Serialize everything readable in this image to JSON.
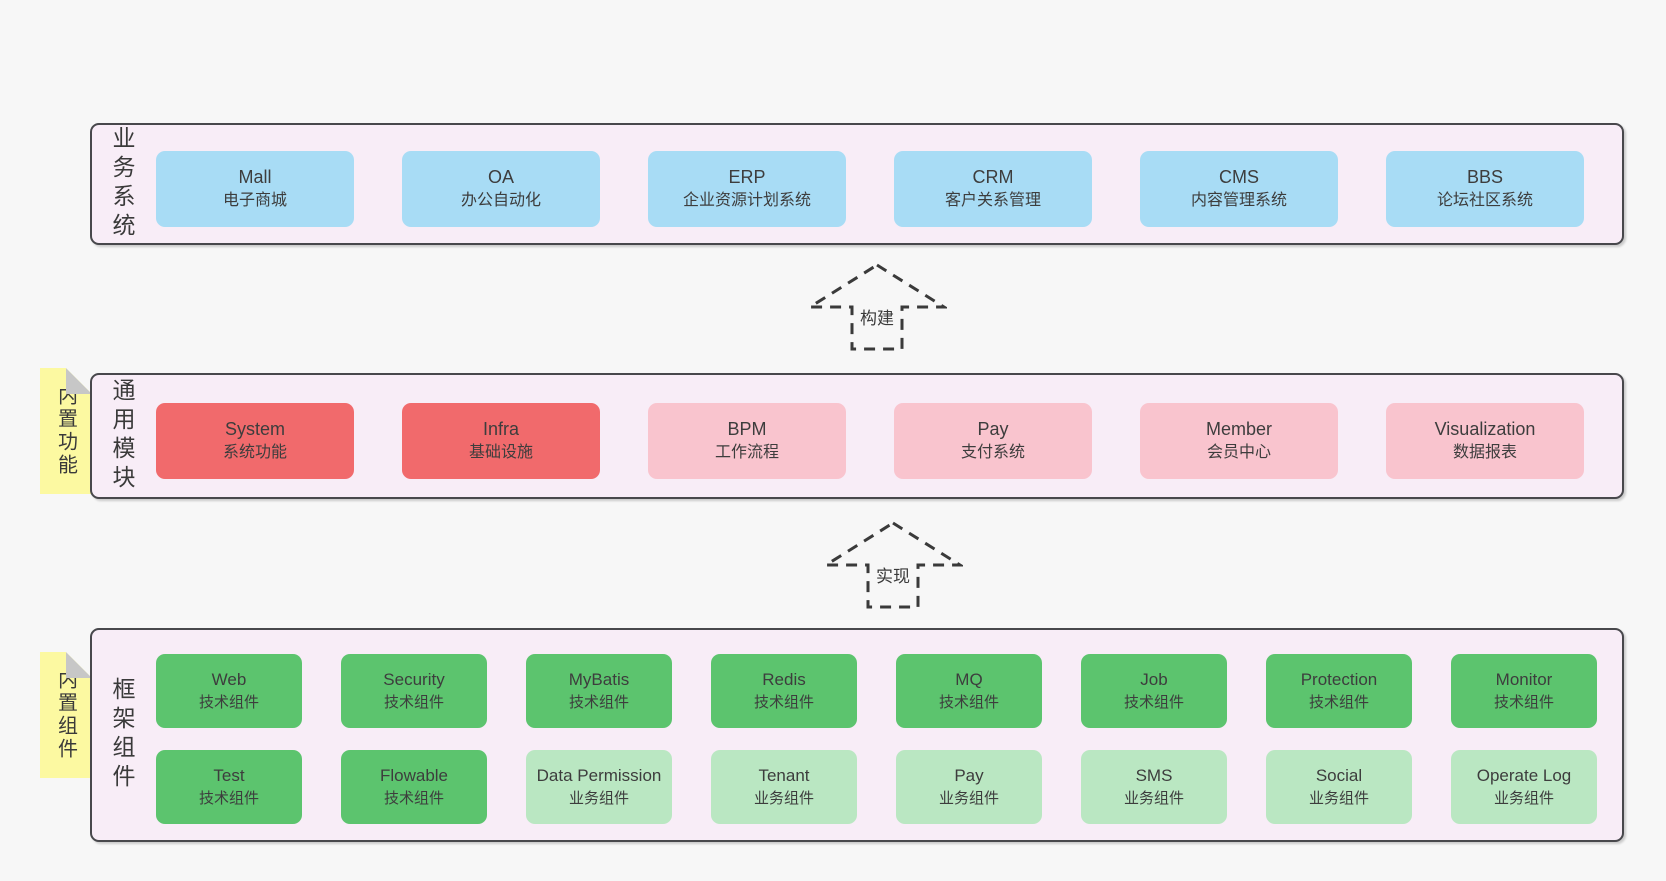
{
  "diagram": {
    "layers": [
      {
        "label": "业务系统",
        "boxes": [
          {
            "name": "Mall",
            "desc": "电子商城"
          },
          {
            "name": "OA",
            "desc": "办公自动化"
          },
          {
            "name": "ERP",
            "desc": "企业资源计划系统"
          },
          {
            "name": "CRM",
            "desc": "客户关系管理"
          },
          {
            "name": "CMS",
            "desc": "内容管理系统"
          },
          {
            "name": "BBS",
            "desc": "论坛社区系统"
          }
        ]
      },
      {
        "label": "通用模块",
        "tag": "内置功能",
        "boxes": [
          {
            "name": "System",
            "desc": "系统功能"
          },
          {
            "name": "Infra",
            "desc": "基础设施"
          },
          {
            "name": "BPM",
            "desc": "工作流程"
          },
          {
            "name": "Pay",
            "desc": "支付系统"
          },
          {
            "name": "Member",
            "desc": "会员中心"
          },
          {
            "name": "Visualization",
            "desc": "数据报表"
          }
        ]
      },
      {
        "label": "框架组件",
        "tag": "内置组件",
        "rows": [
          [
            {
              "name": "Web",
              "desc": "技术组件"
            },
            {
              "name": "Security",
              "desc": "技术组件"
            },
            {
              "name": "MyBatis",
              "desc": "技术组件"
            },
            {
              "name": "Redis",
              "desc": "技术组件"
            },
            {
              "name": "MQ",
              "desc": "技术组件"
            },
            {
              "name": "Job",
              "desc": "技术组件"
            },
            {
              "name": "Protection",
              "desc": "技术组件"
            },
            {
              "name": "Monitor",
              "desc": "技术组件"
            }
          ],
          [
            {
              "name": "Test",
              "desc": "技术组件"
            },
            {
              "name": "Flowable",
              "desc": "技术组件"
            },
            {
              "name": "Data Permission",
              "desc": "业务组件"
            },
            {
              "name": "Tenant",
              "desc": "业务组件"
            },
            {
              "name": "Pay",
              "desc": "业务组件"
            },
            {
              "name": "SMS",
              "desc": "业务组件"
            },
            {
              "name": "Social",
              "desc": "业务组件"
            },
            {
              "name": "Operate Log",
              "desc": "业务组件"
            }
          ]
        ]
      }
    ],
    "arrows": [
      {
        "label": "构建"
      },
      {
        "label": "实现"
      }
    ],
    "colors": {
      "background": "#f7f7f7",
      "container_fill": "#f8edf7",
      "container_border": "#48484c",
      "business_box": "#a8dcf5",
      "core_module_box": "#f16a6c",
      "module_box": "#f9c4ce",
      "tech_component_box": "#5cc46e",
      "biz_component_box": "#bae7c2",
      "sticky_note": "#fcf9a1",
      "sticky_fold": "#c7c7c7",
      "text": "#3d3d3d"
    }
  }
}
